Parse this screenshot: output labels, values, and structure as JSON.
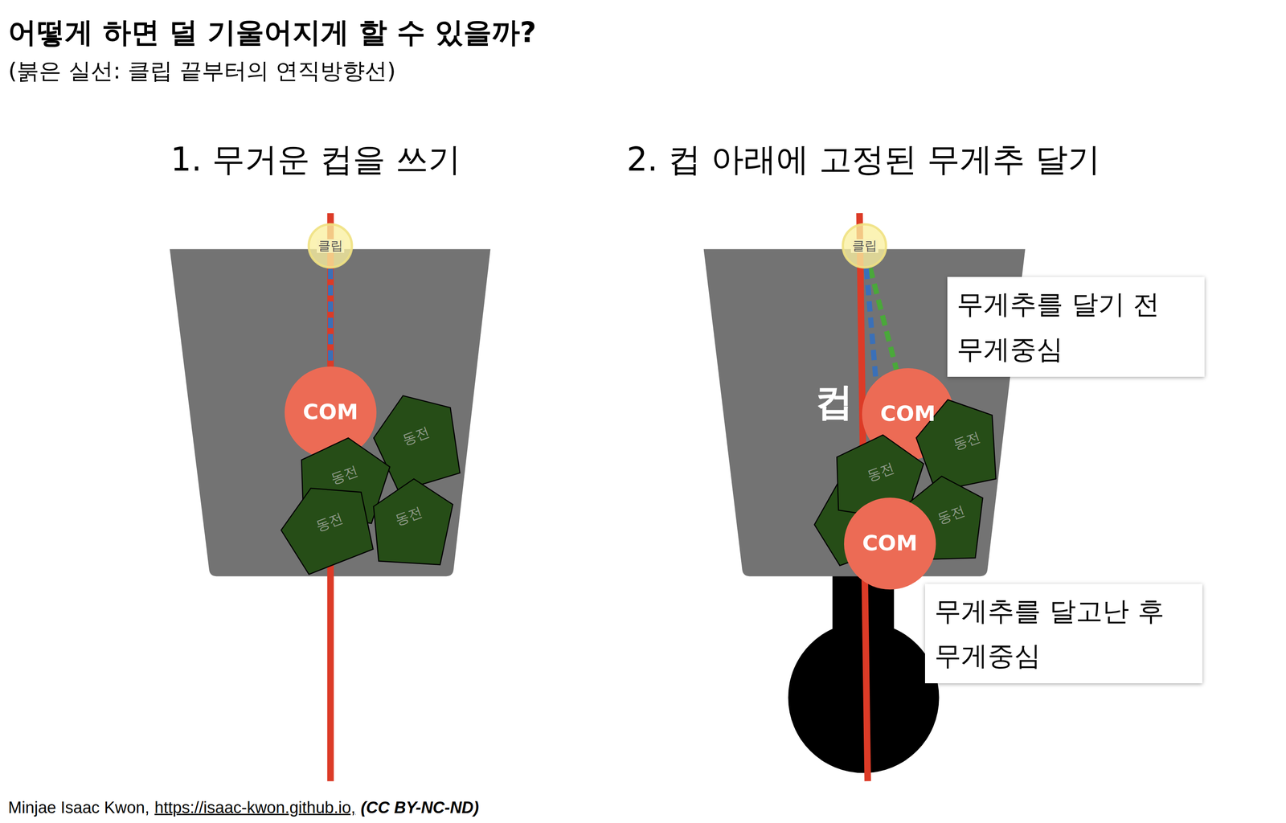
{
  "diagram": {
    "title": "어떻게 하면 덜 기울어지게 할 수 있을까?",
    "nodes": [
      {
        "text": [
          "클립"
        ]
      },
      {
        "text": [
          "COM"
        ]
      },
      {
        "text": [
          "동전"
        ]
      },
      {
        "text": [
          "동전"
        ]
      },
      {
        "text": [
          "동전"
        ]
      },
      {
        "text": [
          "동전"
        ]
      },
      {
        "text": [
          "클립"
        ]
      },
      {
        "text": [
          "무게추를 달기 전 무게중심"
        ]
      },
      {
        "text": [
          "COM"
        ]
      },
      {
        "text": [
          "동전"
        ]
      },
      {
        "text": [
          "동전"
        ]
      },
      {
        "text": [
          "동전"
        ]
      },
      {
        "text": [
          "COM"
        ]
      },
      {
        "text": [
          "무게추를 달고난 후 무게중심"
        ]
      }
    ],
    "edges": [
      {
        "from": 0,
        "to": 1,
        "arrow": "none"
      },
      {
        "from": 6,
        "to": 8,
        "arrow": "none"
      },
      {
        "from": 6,
        "to": 12,
        "arrow": "none"
      }
    ],
    "labels": [
      "(붉은 실선: 클립 끝부터의 연직방향선)",
      "1. 무거운 컵을 쓰기",
      "2. 컵 아래에 고정된 무게추 달기",
      "컵",
      "Minjae Isaac Kwon,",
      "https://isaac-kwon.github.io,",
      "(CC BY-NC-ND)"
    ]
  }
}
